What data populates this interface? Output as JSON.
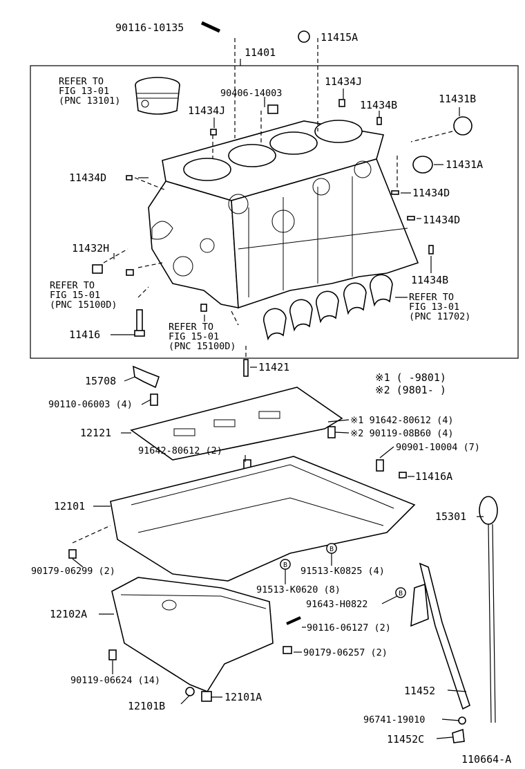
{
  "labels": {
    "p90116_10135": "90116-10135",
    "p11415A": "11415A",
    "p11401": "11401",
    "refer1_l1": "REFER TO",
    "refer1_l2": "FIG 13-01",
    "refer1_l3": "(PNC 13101)",
    "p11434J_a": "11434J",
    "p90406_14003": "90406-14003",
    "p11434J_b": "11434J",
    "p11434B_a": "11434B",
    "p11431B": "11431B",
    "p11431A": "11431A",
    "p11434D_a": "11434D",
    "p11434D_b": "11434D",
    "p11434D_c": "11434D",
    "p11432H": "11432H",
    "p11434B_b": "11434B",
    "refer2_l1": "REFER TO",
    "refer2_l2": "FIG 15-01",
    "refer2_l3": "(PNC 15100D)",
    "refer3_l1": "REFER TO",
    "refer3_l2": "FIG 13-01",
    "refer3_l3": "(PNC 11702)",
    "p11416": "11416",
    "refer4_l1": "REFER TO",
    "refer4_l2": "FIG 15-01",
    "refer4_l3": "(PNC 15100D)",
    "p11421": "11421",
    "p15708": "15708",
    "note1": "※1 (      -9801)",
    "note2": "※2 (9801-      )",
    "p90110_06003": "90110-06003 (4)",
    "p91642_80612_4": "※1 91642-80612 (4)",
    "p90119_08B60": "※2 90119-08B60 (4)",
    "p12121": "12121",
    "p91642_80612_2": "91642-80612 (2)",
    "p90901_10004": "90901-10004 (7)",
    "p11416A": "11416A",
    "p12101": "12101",
    "p15301": "15301",
    "p90179_06299": "90179-06299 (2)",
    "p91513_K0825": "91513-K0825 (4)",
    "p91513_K0620": "91513-K0620 (8)",
    "p91643_H0822": "91643-H0822",
    "p12102A": "12102A",
    "p90116_06127": "90116-06127 (2)",
    "p90179_06257": "90179-06257 (2)",
    "p90119_06624": "90119-06624 (14)",
    "p11452": "11452",
    "p12101B": "12101B",
    "p12101A": "12101A",
    "p96741_19010": "96741-19010",
    "p11452C": "11452C",
    "fig_id": "110664-A",
    "badge_b": "B"
  }
}
